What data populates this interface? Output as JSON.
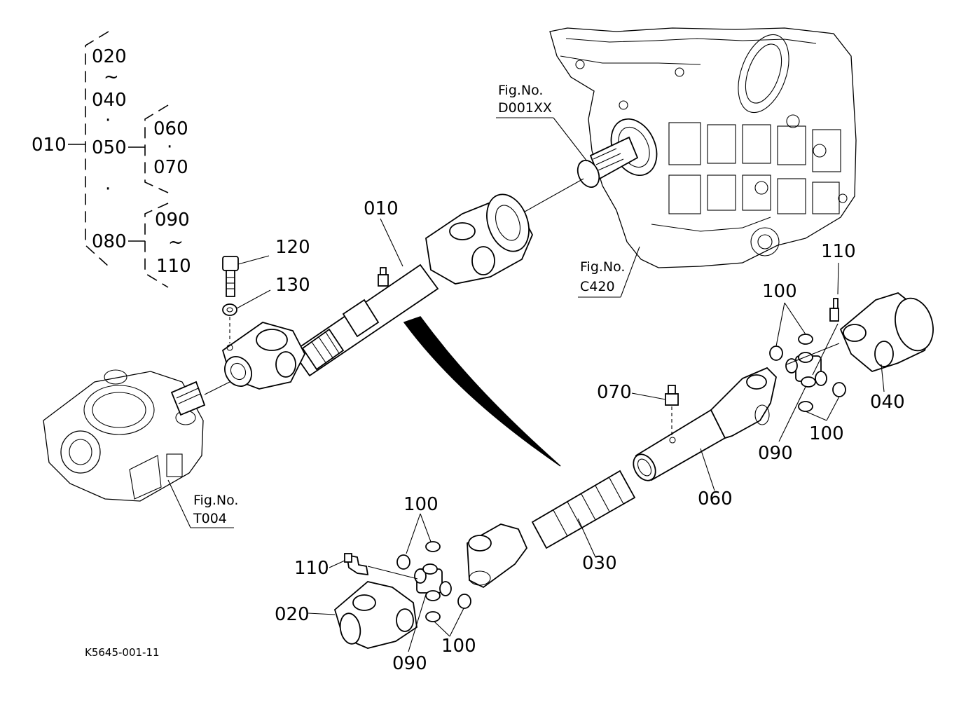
{
  "tree": {
    "root": "010",
    "a_top": "020",
    "a_tilde": "~",
    "a_bottom": "040",
    "dot1": "·",
    "b_mid": "050",
    "b_top": "060",
    "b_dot": "·",
    "b_bottom": "070",
    "dot2": "·",
    "c_mid": "080",
    "c_top": "090",
    "c_tilde": "~",
    "c_bottom": "110"
  },
  "callouts": {
    "p010": "010",
    "p120": "120",
    "p130": "130",
    "p110_right": "110",
    "p100_right_top": "100",
    "p070": "070",
    "p040": "040",
    "p100_right_bottom": "100",
    "p090_right": "090",
    "p060": "060",
    "p100_left_top": "100",
    "p110_left": "110",
    "p030": "030",
    "p020": "020",
    "p100_left_bottom": "100",
    "p090_left": "090"
  },
  "figrefs": {
    "d001_line1": "Fig.No.",
    "d001_line2": "D001XX",
    "c420_line1": "Fig.No.",
    "c420_line2": "C420",
    "t004_line1": "Fig.No.",
    "t004_line2": "T004"
  },
  "drawing_code": "K5645-001-11"
}
